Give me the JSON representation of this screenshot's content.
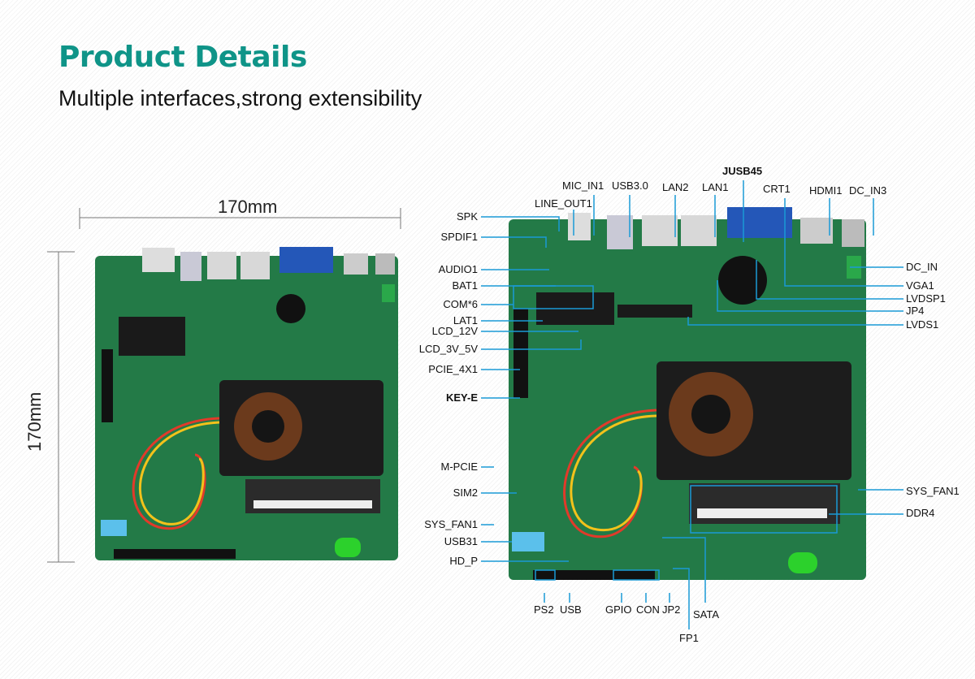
{
  "header": {
    "title": "Product Details",
    "subtitle": "Multiple interfaces,strong extensibility"
  },
  "dimensions": {
    "width": "170mm",
    "height": "170mm"
  },
  "colors": {
    "title": "#0f9488",
    "leader_line": "#1a9ad6",
    "pcb": "#1f7a45",
    "heatsink": "#1c1c1c"
  },
  "labels": {
    "top": [
      "LINE_OUT1",
      "MIC_IN1",
      "USB3.0",
      "LAN2",
      "LAN1",
      "JUSB45",
      "CRT1",
      "HDMI1",
      "DC_IN3"
    ],
    "left": [
      "SPK",
      "SPDIF1",
      "AUDIO1",
      "BAT1",
      "COM*6",
      "LAT1",
      "LCD_12V",
      "LCD_3V_5V",
      "PCIE_4X1",
      "KEY-E",
      "M-PCIE",
      "SIM2",
      "SYS_FAN1",
      "USB31",
      "HD_P"
    ],
    "right": [
      "DC_IN",
      "VGA1",
      "LVDSP1",
      "JP4",
      "LVDS1",
      "SYS_FAN1",
      "DDR4"
    ],
    "bottom": [
      "PS2",
      "USB",
      "GPIO",
      "CON",
      "JP2",
      "SATA",
      "FP1"
    ]
  }
}
